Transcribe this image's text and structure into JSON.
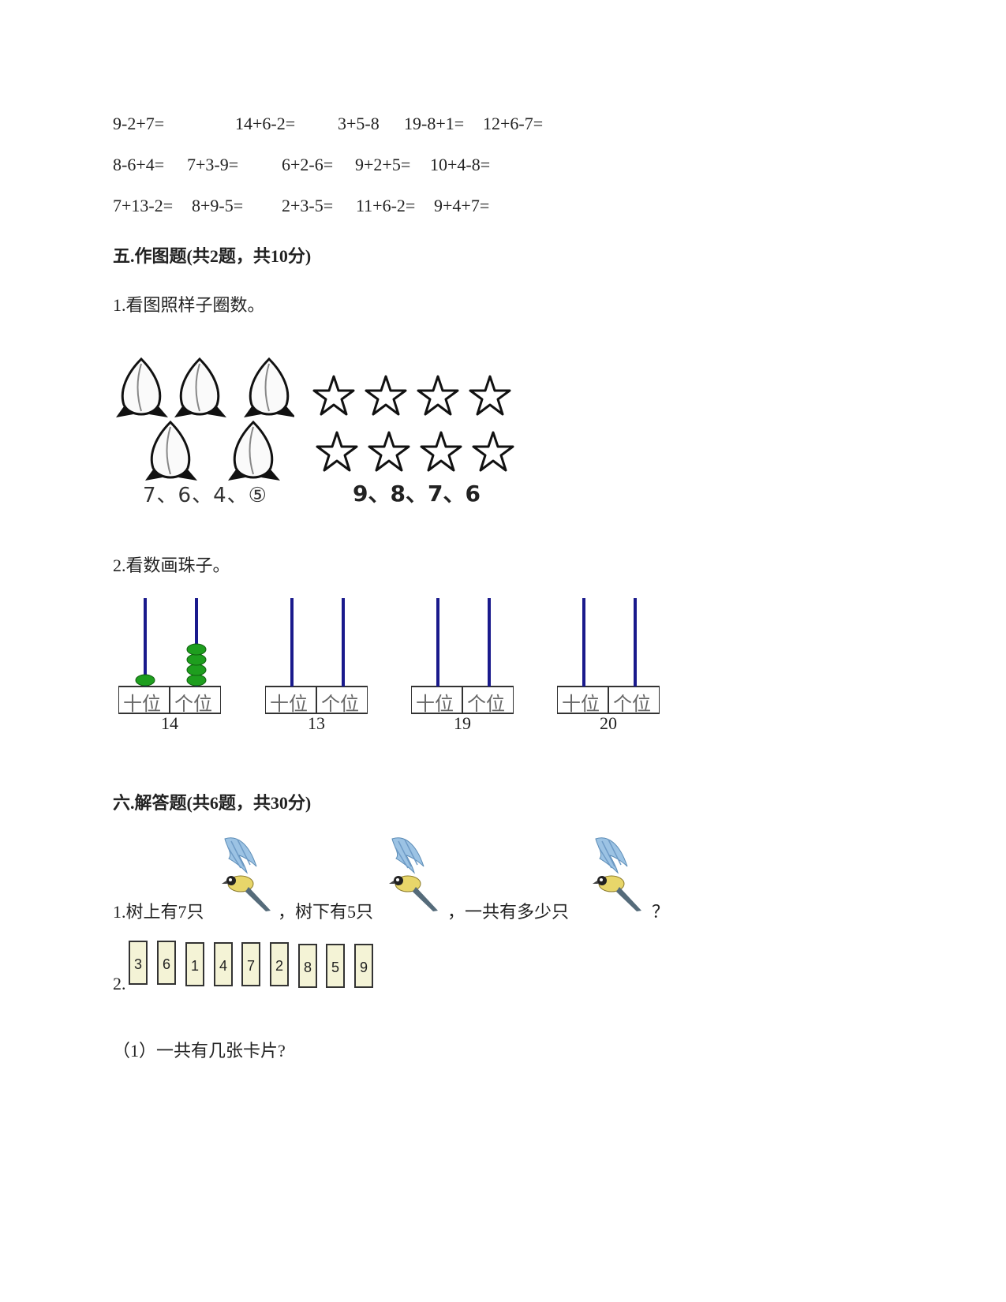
{
  "equations": [
    [
      "9-2+7=",
      "14+6-2=",
      "3+5-8",
      "19-8+1=",
      "12+6-7="
    ],
    [
      "8-6+4=",
      "7+3-9=",
      "6+2-6=",
      "9+2+5=",
      "10+4-8="
    ],
    [
      "7+13-2=",
      "8+9-5=",
      "2+3-5=",
      "11+6-2=",
      "9+4+7="
    ]
  ],
  "section5": {
    "title": "五.作图题(共2题，共10分)",
    "q1": "1.看图照样子圈数。",
    "peach_numbers": "7、6、4、⑤",
    "star_numbers": "9、8、7、6",
    "q2": "2.看数画珠子。",
    "abacus": {
      "tens_label": "十位",
      "ones_label": "个位",
      "numbers": [
        "14",
        "13",
        "19",
        "20"
      ],
      "sample_tens_beads": 1,
      "sample_ones_beads": 4,
      "bead_color": "#1e9e1e",
      "rod_color": "#1a1a8c"
    }
  },
  "section6": {
    "title": "六.解答题(共6题，共30分)",
    "q1_part1": "1.树上有7只",
    "q1_part2": "，树下有5只",
    "q1_part3": "，一共有多少只",
    "q1_part4": "？",
    "q2_prefix": "2.",
    "cards": [
      "3",
      "6",
      "1",
      "4",
      "7",
      "2",
      "8",
      "5",
      "9"
    ],
    "sub1": "（1）一共有几张卡片?"
  }
}
